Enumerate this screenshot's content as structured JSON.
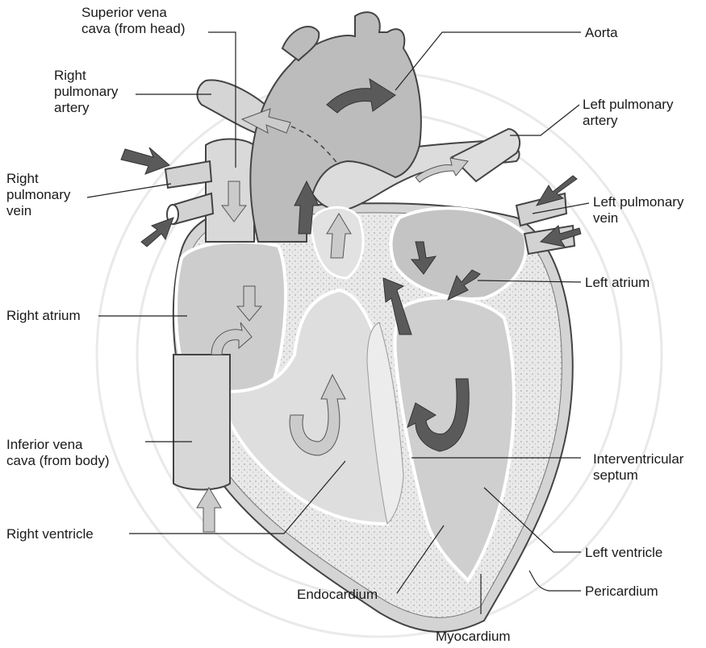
{
  "labels": {
    "svc": "Superior vena\ncava (from head)",
    "aorta": "Aorta",
    "rpa": "Right\npulmonary\nartery",
    "lpa": "Left pulmonary\nartery",
    "rpv": "Right\npulmonary\nvein",
    "lpv": "Left pulmonary\nvein",
    "la": "Left atrium",
    "ra": "Right atrium",
    "ivc": "Inferior vena\ncava (from body)",
    "ivs": "Interventricular\nseptum",
    "rv": "Right ventricle",
    "lv": "Left ventricle",
    "endo": "Endocardium",
    "peri": "Pericardium",
    "myo": "Myocardium"
  },
  "colors": {
    "vessel_light": "#d9d9d9",
    "vessel_mid": "#bdbdbd",
    "chamber": "#cfcfcf",
    "muscle": "#e6e6e6",
    "arrow_dark": "#5a5a5a",
    "arrow_light": "#c8c8c8",
    "text_dark": "#1a1a1a",
    "text_light": "#7a7a7a"
  }
}
